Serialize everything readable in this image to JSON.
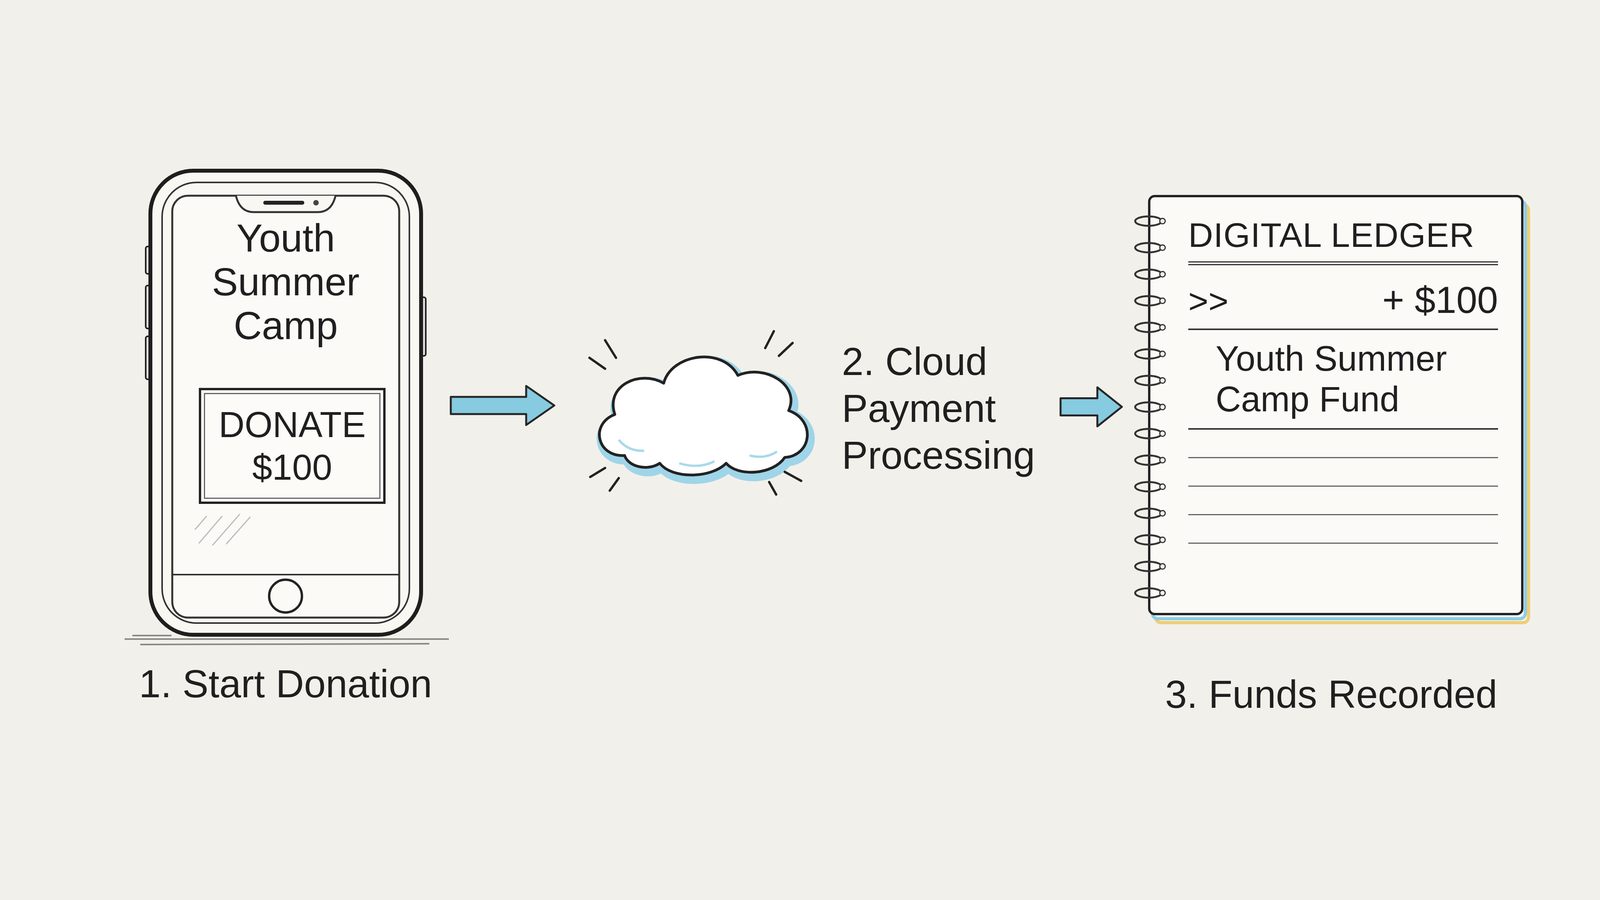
{
  "diagram": {
    "nodes": [
      {
        "text": [
          "Youth Summer Camp",
          "1. Start Donation"
        ]
      },
      {
        "text": [
          "DONATE $100"
        ],
        "in": 0
      },
      {
        "text": [
          "2. Cloud Payment Processing"
        ]
      },
      {
        "text": [
          "DIGITAL LEDGER",
          ">>",
          "+ $100",
          "Youth Summer Camp Fund",
          "3. Funds Recorded"
        ]
      }
    ],
    "edges": [
      {
        "from": 0,
        "to": 2,
        "arrow": "to"
      },
      {
        "from": 2,
        "to": 3,
        "arrow": "to"
      }
    ]
  }
}
